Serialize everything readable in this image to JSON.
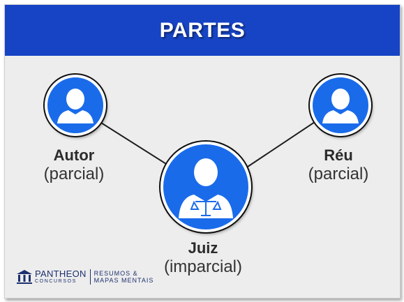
{
  "header": {
    "title": "PARTES"
  },
  "nodes": {
    "autor": {
      "name": "Autor",
      "role": "(parcial)"
    },
    "reu": {
      "name": "Réu",
      "role": "(parcial)"
    },
    "juiz": {
      "name": "Juiz",
      "role": "(imparcial)"
    }
  },
  "brand": {
    "name": "PANTHEON",
    "sub": "CONCURSOS",
    "tag_line1": "RESUMOS &",
    "tag_line2": "MAPAS MENTAIS"
  },
  "colors": {
    "header": "#1744c4",
    "node_fill": "#1a6bea",
    "background": "#ededed"
  },
  "icons": {
    "autor": "person-icon",
    "reu": "person-icon",
    "juiz": "judge-scales-icon",
    "brand": "temple-icon"
  }
}
